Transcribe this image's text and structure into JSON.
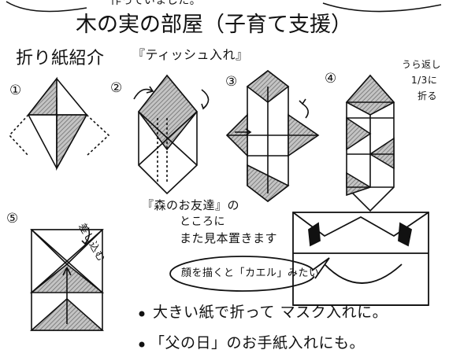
{
  "top_fragment": "作っていました。",
  "title": "木の実の部屋（子育て支援）",
  "section_heading": "折り紙紹介",
  "section_subtitle": "『ティッシュ入れ』",
  "steps": {
    "s1": "①",
    "s2": "②",
    "s3": "③",
    "s4": "④",
    "s5": "⑤"
  },
  "step4_note_line1": "うら返し",
  "step4_note_line2": "1/3に",
  "step4_note_line3": "折る",
  "step5_note": "差し込む",
  "sample_note_line1": "『森のお友達』の",
  "sample_note_line2": "ところに",
  "sample_note_line3": "また見本置きます",
  "bubble_text": "顔を描くと「カエル」みたい",
  "bullet1": "大きい紙で折って マスク入れに。",
  "bullet2": "「父の日」のお手紙入れにも。",
  "accent_gray": "#9a9a9a",
  "ink": "#111111"
}
